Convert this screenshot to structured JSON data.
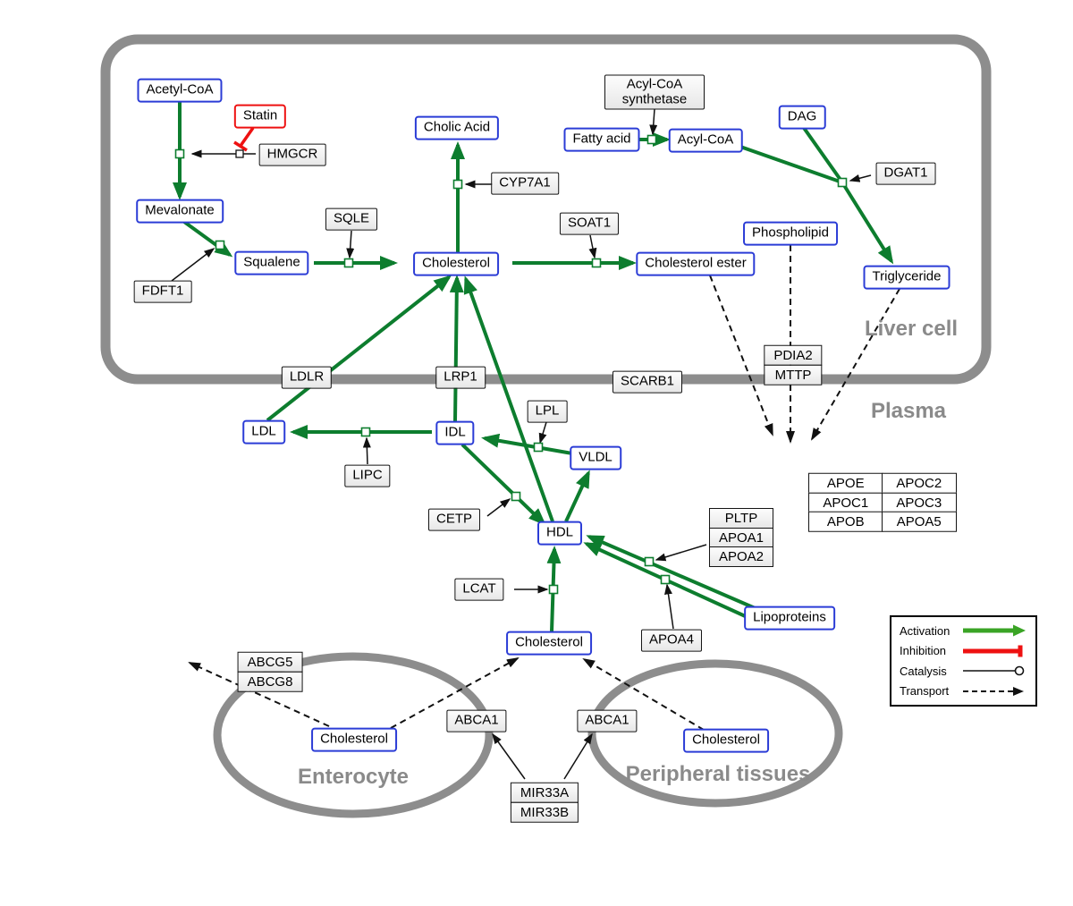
{
  "compartments": {
    "liver": "Liver cell",
    "plasma": "Plasma",
    "enterocyte": "Enterocyte",
    "peripheral": "Peripheral tissues"
  },
  "legend": {
    "activation": "Activation",
    "inhibition": "Inhibition",
    "catalysis": "Catalysis",
    "transport": "Transport"
  },
  "nodes": {
    "acetyl_coa": "Acetyl-CoA",
    "statin": "Statin",
    "hmgcr": "HMGCR",
    "mevalonate": "Mevalonate",
    "fdft1": "FDFT1",
    "squalene": "Squalene",
    "sqle": "SQLE",
    "cholic_acid": "Cholic Acid",
    "cyp7a1": "CYP7A1",
    "cholesterol_liver": "Cholesterol",
    "soat1": "SOAT1",
    "cholesterol_ester": "Cholesterol ester",
    "acyl_coa_synthetase": "Acyl-CoA synthetase",
    "fatty_acid": "Fatty acid",
    "acyl_coa": "Acyl-CoA",
    "dag": "DAG",
    "dgat1": "DGAT1",
    "phospholipid": "Phospholipid",
    "triglyceride": "Triglyceride",
    "ldlr": "LDLR",
    "lrp1": "LRP1",
    "scarb1": "SCARB1",
    "pdia2": "PDIA2",
    "mttp": "MTTP",
    "ldl": "LDL",
    "idl": "IDL",
    "lipc": "LIPC",
    "lpl": "LPL",
    "vldl": "VLDL",
    "cetp": "CETP",
    "hdl": "HDL",
    "lcat": "LCAT",
    "pltp": "PLTP",
    "apoa1": "APOA1",
    "apoa2": "APOA2",
    "apoa4": "APOA4",
    "lipoproteins": "Lipoproteins",
    "cholesterol_plasma": "Cholesterol",
    "apoe": "APOE",
    "apoc2": "APOC2",
    "apoc1": "APOC1",
    "apoc3": "APOC3",
    "apob": "APOB",
    "apoa5": "APOA5",
    "abcg5": "ABCG5",
    "abcg8": "ABCG8",
    "abca1_left": "ABCA1",
    "abca1_right": "ABCA1",
    "cholesterol_enterocyte": "Cholesterol",
    "cholesterol_peripheral": "Cholesterol",
    "mir33a": "MIR33A",
    "mir33b": "MIR33B"
  },
  "colors": {
    "metabolite_border": "#2b3cd6",
    "inhibitor_border": "#ee1111",
    "activation_green": "#0d7d2e",
    "legend_green": "#3aa425",
    "inhibition_red": "#ee1111",
    "membrane_gray": "#8d8d8d",
    "compartment_label_gray": "#8a8a8a"
  }
}
